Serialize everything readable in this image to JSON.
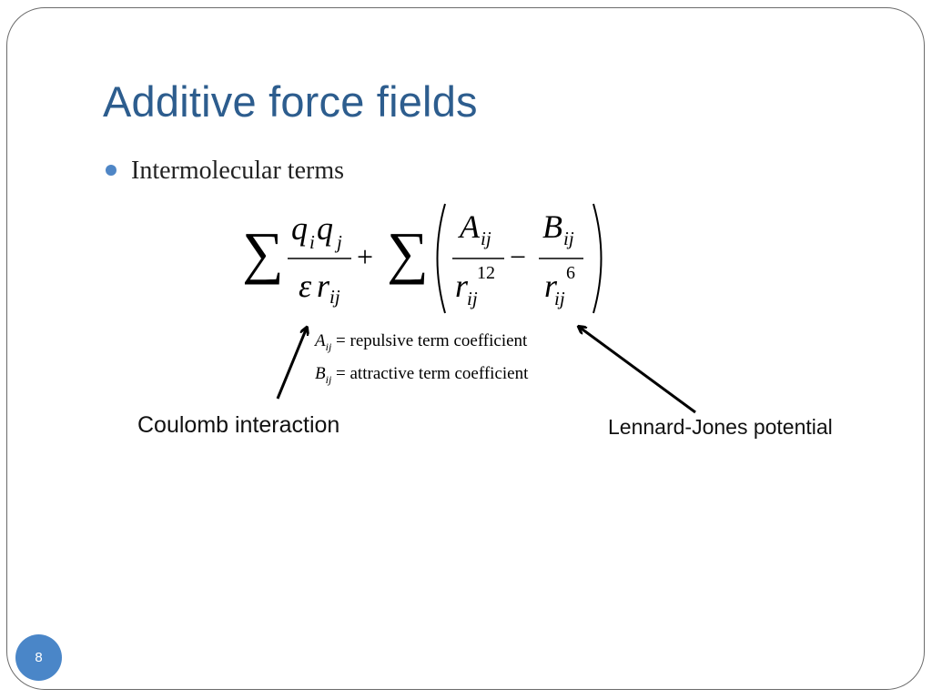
{
  "slide": {
    "title": "Additive force fields",
    "bullet": "Intermolecular terms",
    "page_number": "8"
  },
  "equation": {
    "sum": "∑",
    "plus": "+",
    "minus": "−",
    "coulomb": {
      "q_i": "q",
      "i": "i",
      "q_j": "q",
      "j": "j",
      "epsilon": "ε",
      "r": "r",
      "ij": "ij"
    },
    "lj": {
      "A": "A",
      "B": "B",
      "ij": "ij",
      "r": "r",
      "exp12": "12",
      "exp6": "6"
    }
  },
  "definitions": [
    {
      "symbol": "A",
      "sub": "ij",
      "text": " = repulsive term coefficient"
    },
    {
      "symbol": "B",
      "sub": "ij",
      "text": " = attractive term coefficient"
    }
  ],
  "labels": {
    "coulomb": "Coulomb interaction",
    "lennard_jones": "Lennard-Jones potential"
  },
  "colors": {
    "title": "#2d5d8e",
    "bullet": "#4f86c6",
    "badge": "#4a86c8"
  }
}
